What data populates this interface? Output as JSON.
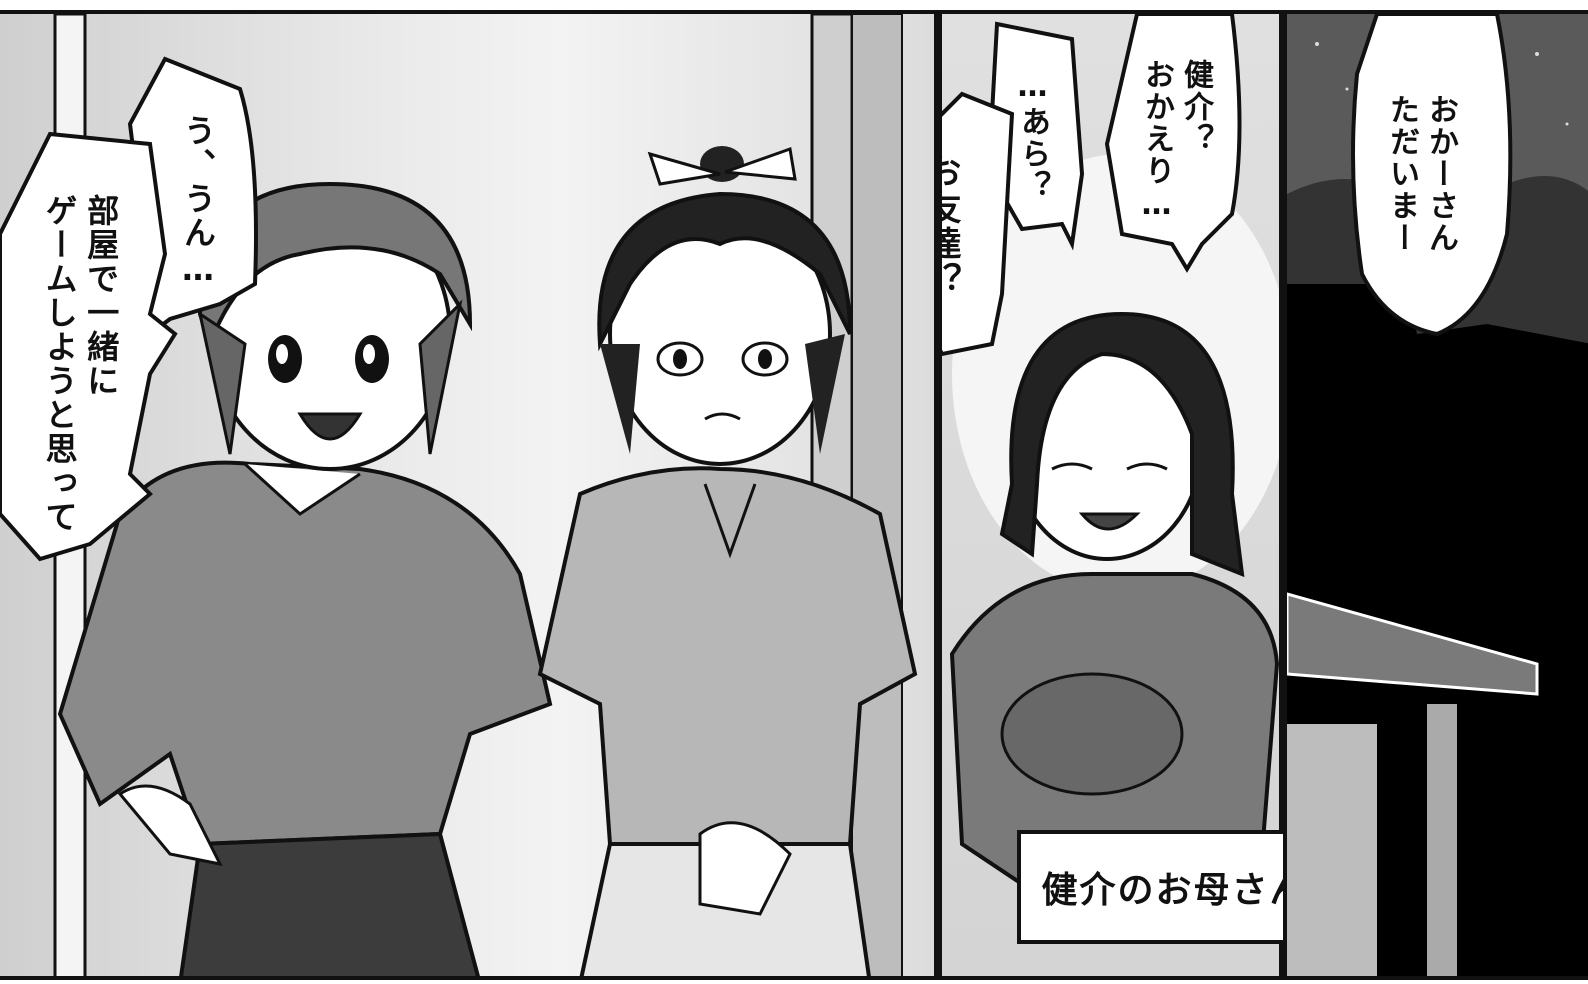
{
  "panels": {
    "left": {
      "speech_boy": "う、うん…",
      "speech_boy_2": "部屋で一緒に\nゲームしようと思って"
    },
    "middle": {
      "speech_mother_1": "健介？\nおかえり…",
      "speech_mother_2": "…あら？",
      "speech_mother_3": "お友達？",
      "caption": "健介のお母さん"
    },
    "right": {
      "speech_greeting": "おかーさん\nただいまー"
    }
  }
}
